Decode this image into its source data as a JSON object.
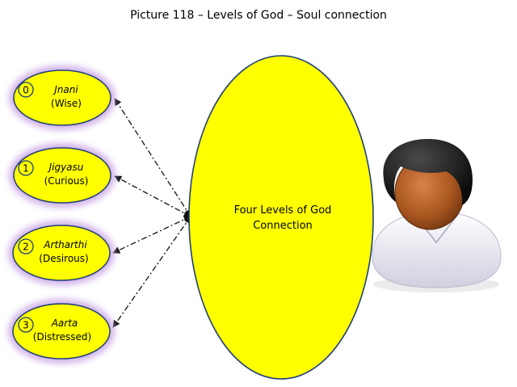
{
  "title": "Picture 118 – Levels of God – Soul connection",
  "center": {
    "line1": "Four Levels of God",
    "line2": "Connection"
  },
  "levels": [
    {
      "number": "0",
      "name": "Jnani",
      "meaning": "(Wise)"
    },
    {
      "number": "1",
      "name": "Jigyasu",
      "meaning": "(Curious)"
    },
    {
      "number": "2",
      "name": "Artharthi",
      "meaning": "(Desirous)"
    },
    {
      "number": "3",
      "name": "Aarta",
      "meaning": "(Distressed)"
    }
  ],
  "icons": {
    "person": "person-icon"
  },
  "colors": {
    "ellipse_fill": "#ffff00",
    "ellipse_stroke": "#1f3f7a",
    "glow": "#c9a6e6",
    "arrow": "#111111"
  }
}
